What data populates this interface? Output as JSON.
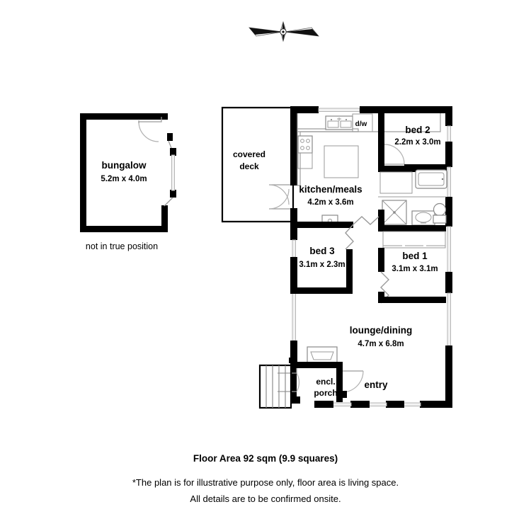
{
  "plan": {
    "compass": {
      "name": "compass-rose",
      "direction": "north-arrow"
    },
    "detached": {
      "label": "bungalow",
      "dims": "5.2m x 4.0m",
      "note": "not in true position"
    },
    "rooms": [
      {
        "key": "covered_deck",
        "label": "covered",
        "label2": "deck",
        "dims": ""
      },
      {
        "key": "kitchen_meals",
        "label": "kitchen/meals",
        "dims": "4.2m x 3.6m"
      },
      {
        "key": "bed2",
        "label": "bed 2",
        "dims": "2.2m x 3.0m"
      },
      {
        "key": "bed3",
        "label": "bed 3",
        "dims": "3.1m x 2.3m"
      },
      {
        "key": "bed1",
        "label": "bed 1",
        "dims": "3.1m x 3.1m"
      },
      {
        "key": "lounge_dining",
        "label": "lounge/dining",
        "dims": "4.7m x 6.8m"
      },
      {
        "key": "encl_porch",
        "label": "encl.",
        "label2": "porch",
        "dims": ""
      },
      {
        "key": "entry",
        "label": "entry",
        "dims": ""
      }
    ],
    "appliances": [
      {
        "key": "dishwasher",
        "label": "d/w"
      }
    ]
  },
  "footer": {
    "area_title": "Floor Area 92 sqm (9.9 squares)",
    "disclaimer_line1": "*The plan is for illustrative purpose only, floor area is living space.",
    "disclaimer_line2": "All details are to be confirmed onsite."
  },
  "colors": {
    "wall": "#000000",
    "window": "#f2f2f2",
    "fixture_stroke": "#888888",
    "background": "#ffffff"
  }
}
